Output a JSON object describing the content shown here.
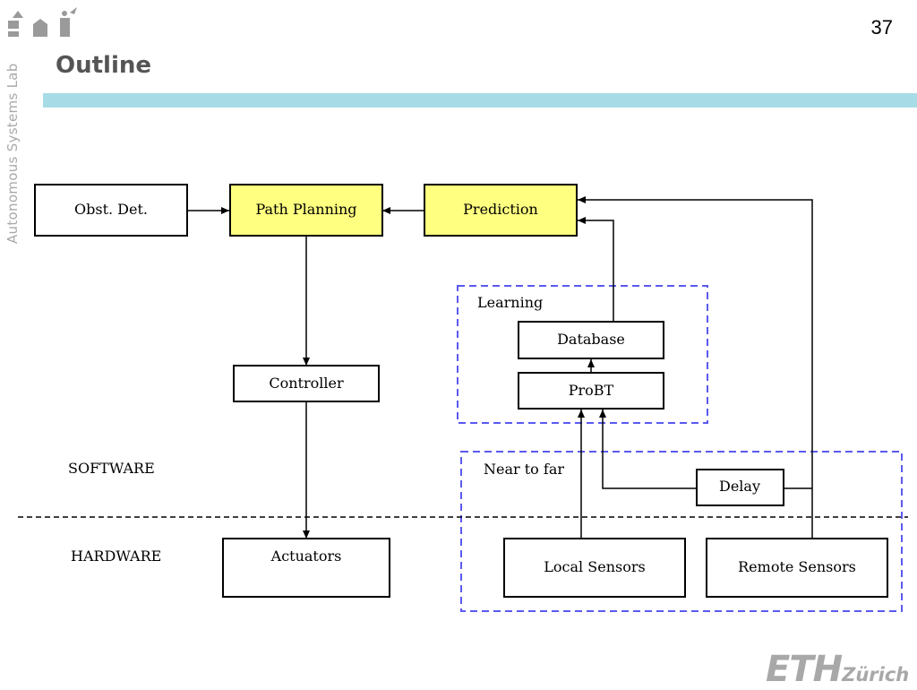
{
  "slide": {
    "side_label": "Autonomous Systems Lab",
    "page_number": "37",
    "title": "Outline",
    "logo": {
      "mark": "ETH",
      "city": "Zürich"
    }
  },
  "diagram": {
    "nodes": {
      "obst_det": "Obst. Det.",
      "path_planning": "Path Planning",
      "prediction": "Prediction",
      "controller": "Controller",
      "actuators": "Actuators",
      "database": "Database",
      "probt": "ProBT",
      "delay": "Delay",
      "local_sensors": "Local Sensors",
      "remote_sensors": "Remote Sensors"
    },
    "groups": {
      "learning": "Learning",
      "near_to_far": "Near to far"
    },
    "layers": {
      "software": "SOFTWARE",
      "hardware": "HARDWARE"
    },
    "edges": [
      {
        "from": "obst_det",
        "to": "path_planning"
      },
      {
        "from": "prediction",
        "to": "path_planning"
      },
      {
        "from": "path_planning",
        "to": "controller"
      },
      {
        "from": "controller",
        "to": "actuators"
      },
      {
        "from": "probt",
        "to": "database"
      },
      {
        "from": "database",
        "to": "prediction"
      },
      {
        "from": "remote_sensors",
        "to": "prediction"
      },
      {
        "from": "local_sensors",
        "to": "probt"
      },
      {
        "from": "delay",
        "to": "probt"
      },
      {
        "from": "remote_sensors",
        "to": "delay"
      }
    ],
    "colors": {
      "highlight_fill": "#ffff80",
      "group_border": "#5a5af0",
      "title_bar": "#a7dbe6"
    }
  }
}
